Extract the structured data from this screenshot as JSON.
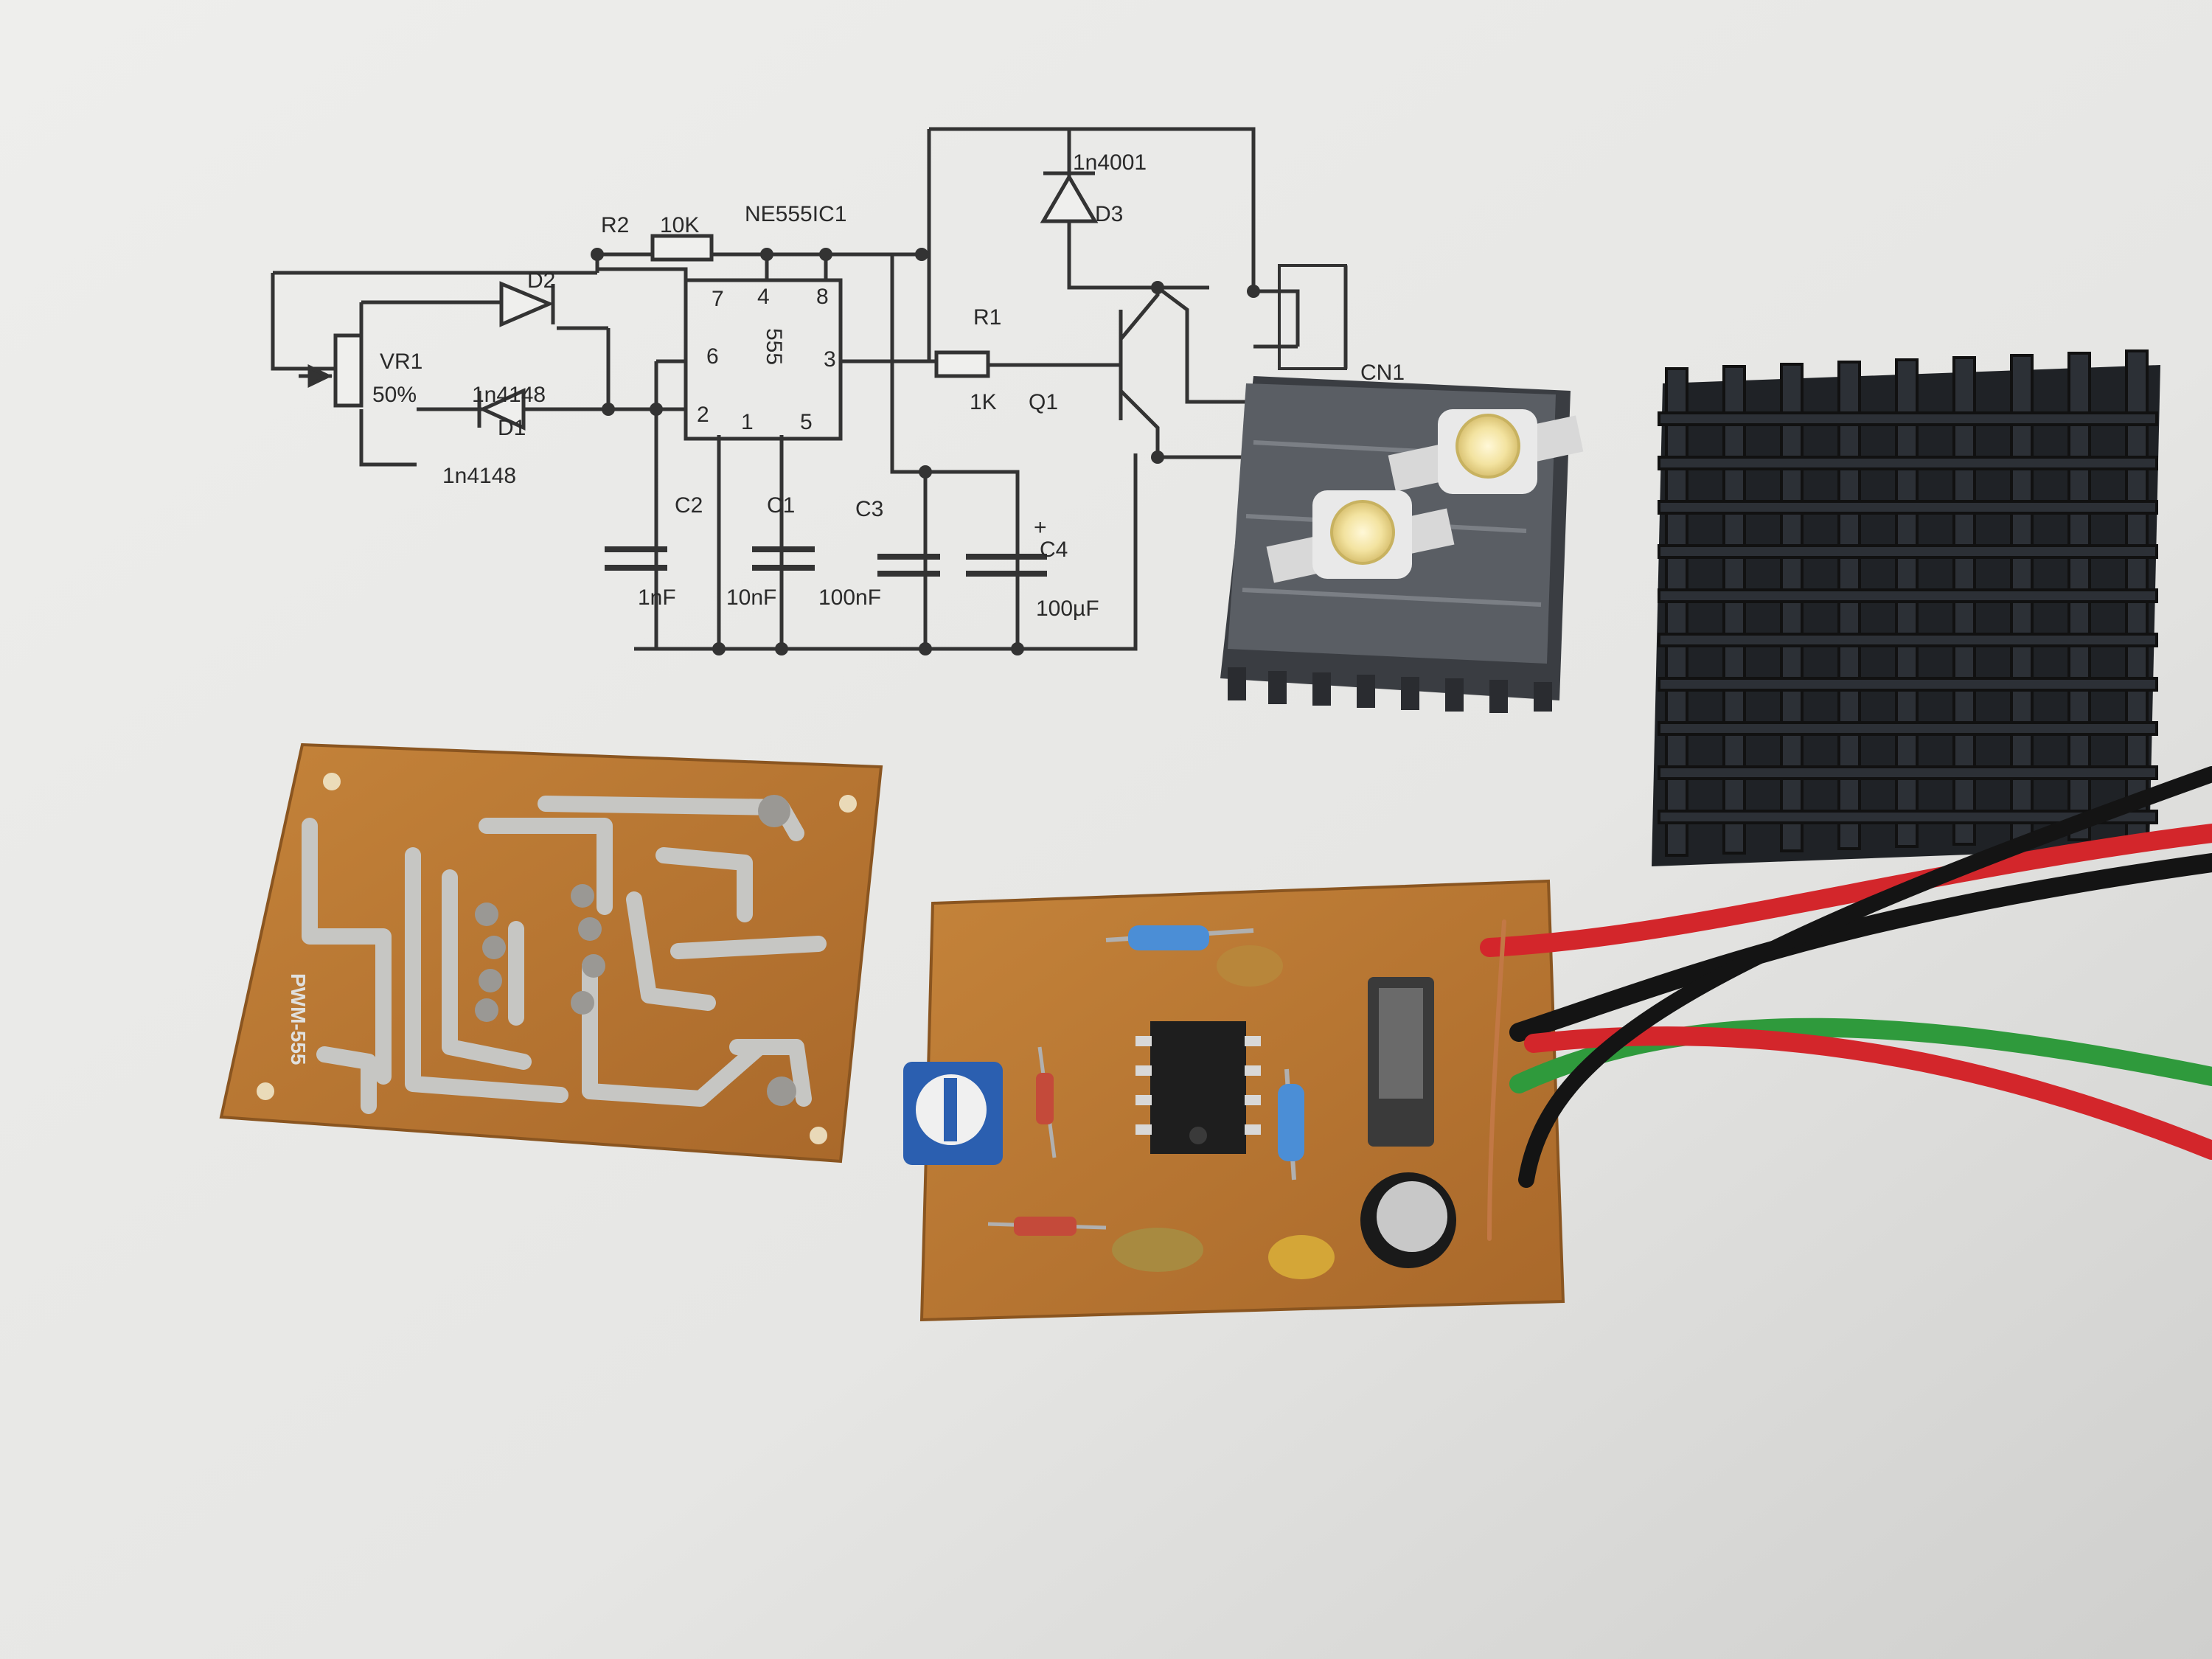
{
  "schematic": {
    "ic_title": "NE555IC1",
    "ic_body": "555",
    "r2": "R2",
    "r2_value": "10K",
    "vr1": "VR1",
    "vr1_value": "50%",
    "d2": "D2",
    "d2_value": "1n4148",
    "d1": "D1",
    "d1_value": "1n4148",
    "d3": "D3",
    "d3_value": "1n4001",
    "r1": "R1",
    "r1_value": "1K",
    "q1": "Q1",
    "cn1": "CN1",
    "c2": "C2",
    "c2_value": "1nF",
    "c1": "C1",
    "c1_value": "10nF",
    "c3": "C3",
    "c3_value": "100nF",
    "c4": "C4",
    "c4_value": "100µF",
    "c4_polarity": "+",
    "pins": [
      "7",
      "4",
      "8",
      "6",
      "3",
      "2",
      "1",
      "5"
    ]
  },
  "pcb_label": "PWM-555",
  "colors": {
    "paper": "#efefed",
    "pcb": "#b8762e",
    "copper": "#c9c9c6",
    "heatsink": "#2a2d31",
    "wire_red": "#d3262b",
    "wire_black": "#141414",
    "wire_green": "#2f9a3c"
  }
}
